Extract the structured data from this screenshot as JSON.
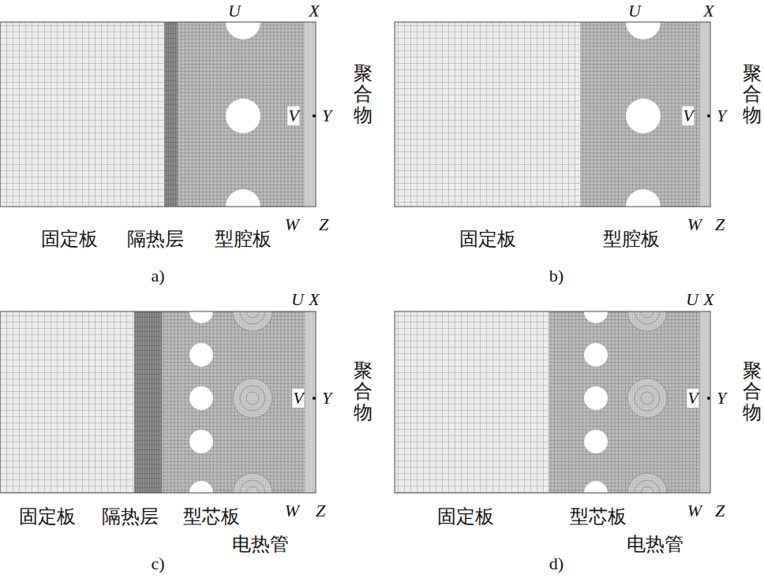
{
  "diagram": {
    "labels": [
      "U",
      "X",
      "V",
      "Y",
      "W",
      "Z",
      "聚合物",
      "固定板",
      "隔热层",
      "型腔板",
      "a)",
      "U",
      "X",
      "V",
      "Y",
      "W",
      "Z",
      "聚合物",
      "固定板",
      "型腔板",
      "b)",
      "U",
      "X",
      "V",
      "Y",
      "W",
      "Z",
      "聚合物",
      "固定板",
      "隔热层",
      "型芯板",
      "电热管",
      "c)",
      "U",
      "X",
      "V",
      "Y",
      "W",
      "Z",
      "聚合物",
      "固定板",
      "型芯板",
      "电热管",
      "d)"
    ]
  }
}
